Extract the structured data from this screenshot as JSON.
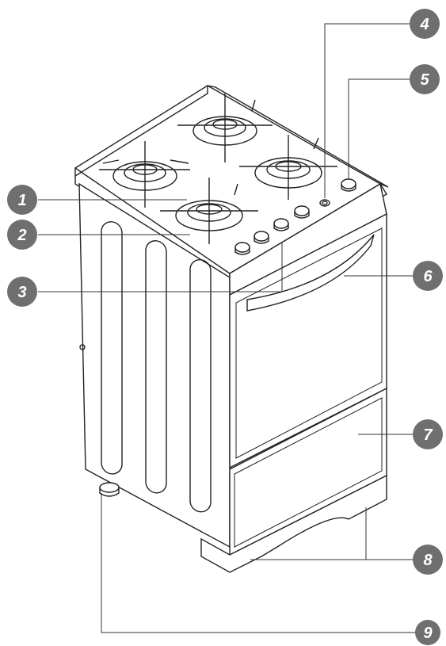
{
  "callouts": [
    {
      "label": "1"
    },
    {
      "label": "2"
    },
    {
      "label": "3"
    },
    {
      "label": "4"
    },
    {
      "label": "5"
    },
    {
      "label": "6"
    },
    {
      "label": "7"
    },
    {
      "label": "8"
    },
    {
      "label": "9"
    }
  ],
  "colors": {
    "badge": "#6f6f6f",
    "outline": "#222222",
    "background": "#ffffff"
  }
}
